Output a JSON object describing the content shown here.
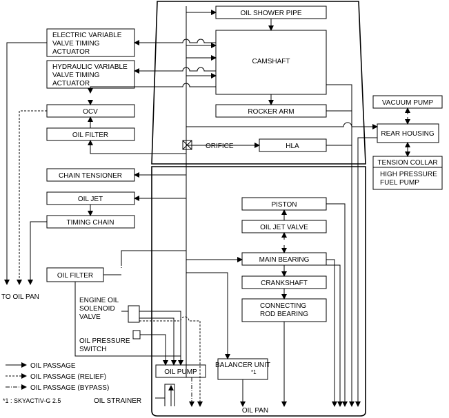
{
  "blocks": {
    "oil_shower_pipe": "OIL SHOWER PIPE",
    "camshaft": "CAMSHAFT",
    "rocker_arm": "ROCKER ARM",
    "hla": "HLA",
    "orifice": "ORIFICE",
    "electric_vvt": [
      "ELECTRIC VARIABLE",
      "VALVE TIMING",
      "ACTUATOR"
    ],
    "hydraulic_vvt": [
      "HYDRAULIC VARIABLE",
      "VALVE TIMING",
      "ACTUATOR"
    ],
    "ocv": "OCV",
    "oil_filter_upper": "OIL FILTER",
    "chain_tensioner": "CHAIN TENSIONER",
    "oil_jet": "OIL JET",
    "timing_chain": "TIMING CHAIN",
    "oil_filter_lower": "OIL FILTER",
    "engine_oil_solenoid_valve": [
      "ENGINE OIL",
      "SOLENOID",
      "VALVE"
    ],
    "oil_pressure_switch": [
      "OIL PRESSURE",
      "SWITCH"
    ],
    "oil_pump": "OIL PUMP",
    "oil_strainer": "OIL STRAINER",
    "oil_pan": "OIL PAN",
    "to_oil_pan": "TO OIL PAN",
    "vacuum_pump": "VACUUM PUMP",
    "rear_housing": "REAR HOUSING",
    "tension_collar": "TENSION COLLAR",
    "high_pressure_fuel_pump": [
      "HIGH PRESSURE",
      "FUEL PUMP"
    ],
    "piston": "PISTON",
    "oil_jet_valve": "OIL JET VALVE",
    "main_bearing": "MAIN BEARING",
    "crankshaft": "CRANKSHAFT",
    "connecting_rod_bearing": [
      "CONNECTING",
      "ROD BEARING"
    ],
    "balancer_unit": "BALANCER UNIT",
    "balancer_unit_note": "*1"
  },
  "legend": {
    "oil_passage": "OIL PASSAGE",
    "oil_passage_relief": "OIL PASSAGE (RELIEF)",
    "oil_passage_bypass": "OIL PASSAGE (BYPASS)"
  },
  "footnote": "*1 : SKYACTIV-G 2.5"
}
